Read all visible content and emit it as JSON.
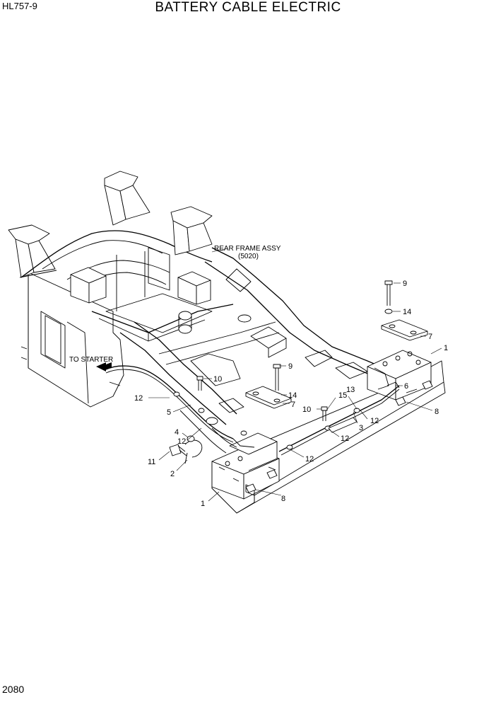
{
  "header": {
    "model": "HL757-9",
    "title": "BATTERY CABLE ELECTRIC"
  },
  "footer": {
    "page_number": "2080"
  },
  "notes": {
    "rear_frame_line1": "REAR FRAME ASSY",
    "rear_frame_line2": "(5020)",
    "to_starter": "TO STARTER"
  },
  "callouts": {
    "c1a": "1",
    "c1b": "1",
    "c2": "2",
    "c3": "3",
    "c4": "4",
    "c5": "5",
    "c6": "6",
    "c7a": "7",
    "c7b": "7",
    "c8a": "8",
    "c8b": "8",
    "c9a": "9",
    "c9b": "9",
    "c10a": "10",
    "c10b": "10",
    "c11": "11",
    "c12a": "12",
    "c12b": "12",
    "c12c": "12",
    "c12d": "12",
    "c12e": "12",
    "c12f": "12",
    "c13": "13",
    "c14a": "14",
    "c14b": "14",
    "c15": "15"
  }
}
